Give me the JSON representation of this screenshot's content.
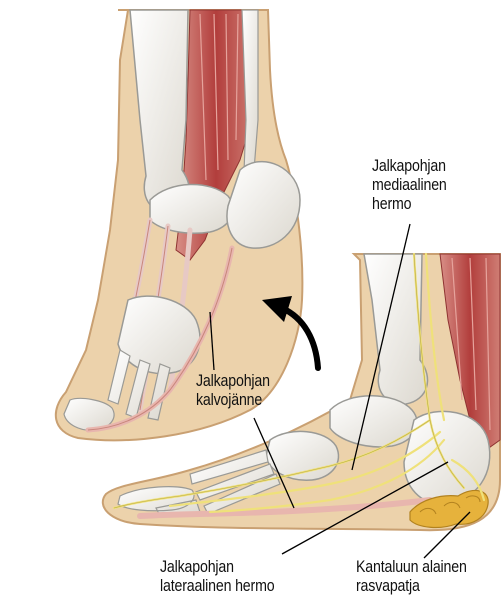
{
  "labels": {
    "medial_nerve": [
      "Jalkapohjan",
      "mediaalinen",
      "hermo"
    ],
    "fascia": [
      "Jalkapohjan",
      "kalvojänne"
    ],
    "lateral_nerve": [
      "Jalkapohjan",
      "lateraalinen hermo"
    ],
    "fat_pad": [
      "Kantaluun alainen",
      "rasvapatja"
    ]
  },
  "colors": {
    "skin": "#ecd2ab",
    "skin_outline": "#c9a072",
    "muscle": "#b84a46",
    "tendon": "#e7c9c5",
    "bone": "#f1ede4",
    "bone_outline": "#9a9a96",
    "nerve": "#efe17a",
    "fat": "#e6b23c",
    "fascia": "#e8b6ae"
  }
}
